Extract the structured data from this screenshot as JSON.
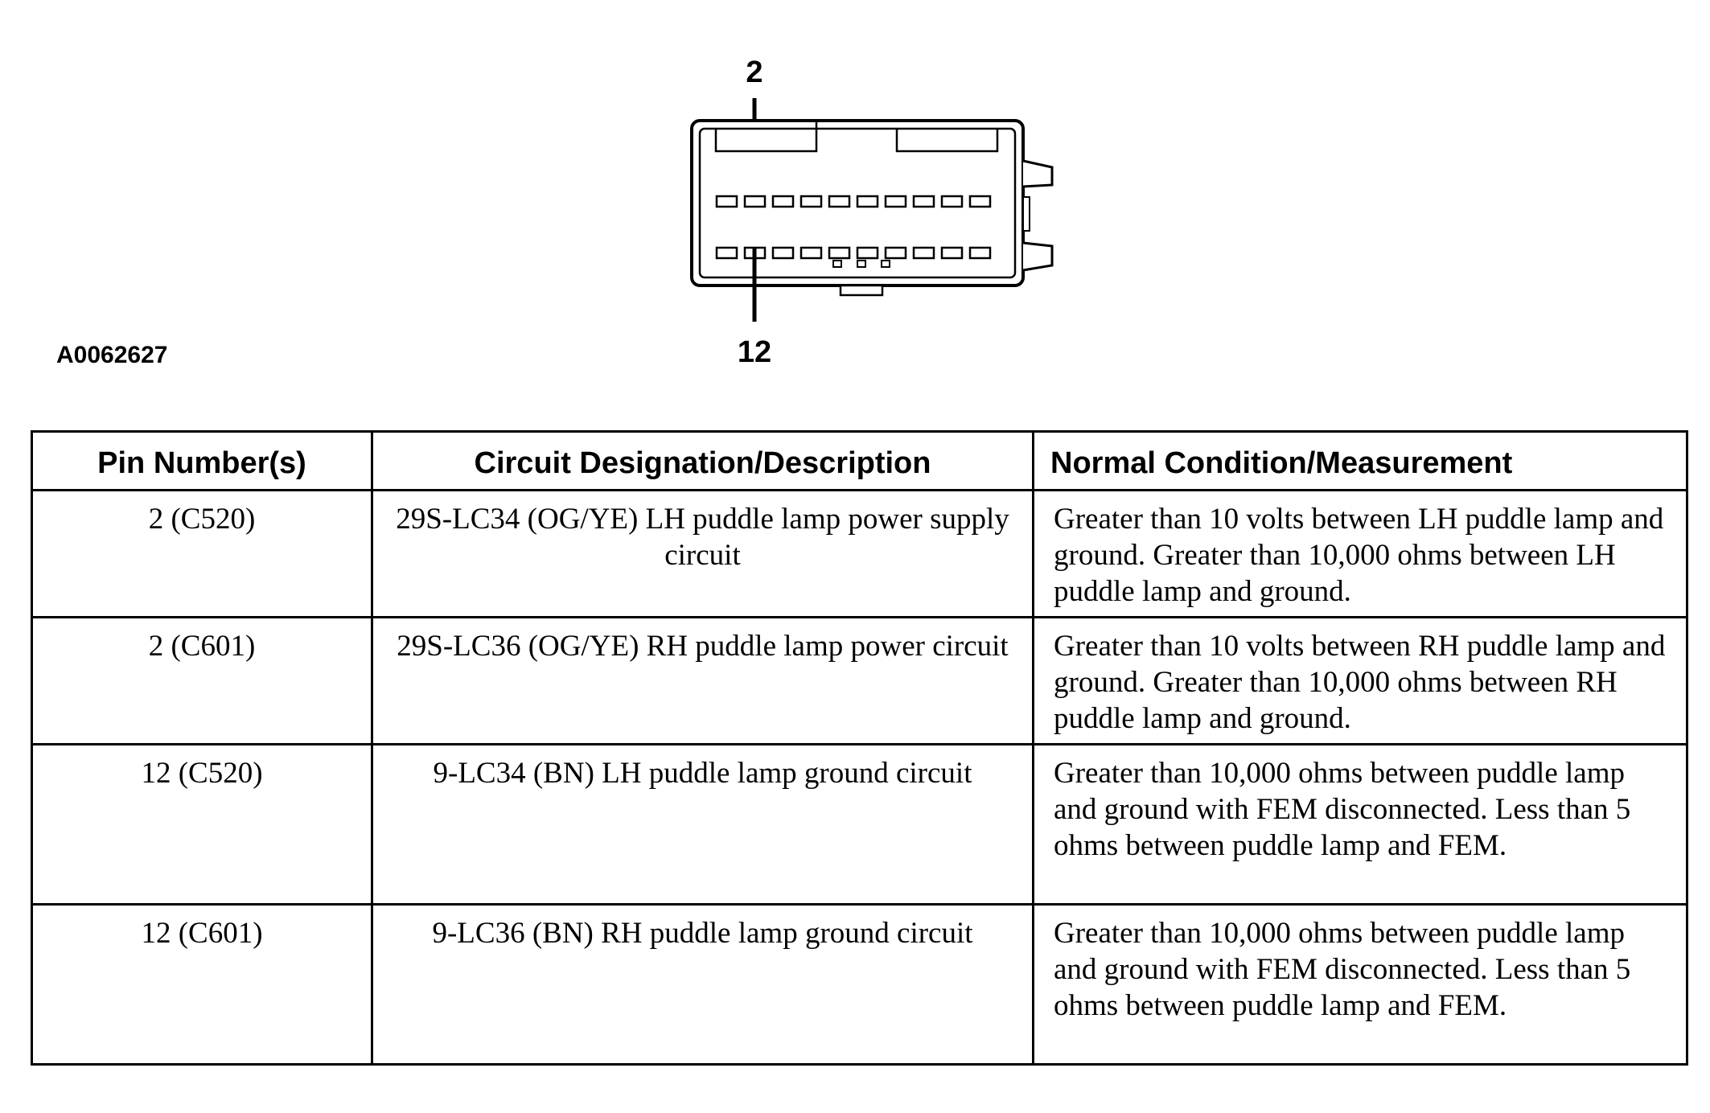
{
  "figure": {
    "id": "A0062627",
    "pin_top_label": "2",
    "pin_bottom_label": "12"
  },
  "table": {
    "headers": {
      "pin": "Pin Number(s)",
      "circuit": "Circuit Designation/Description",
      "condition": "Normal Condition/Measurement"
    },
    "rows": [
      {
        "pin": "2 (C520)",
        "circuit": "29S-LC34 (OG/YE) LH puddle lamp power supply circuit",
        "condition": "Greater than 10 volts between LH puddle lamp and ground. Greater than 10,000 ohms between LH puddle lamp and ground."
      },
      {
        "pin": "2 (C601)",
        "circuit": "29S-LC36 (OG/YE) RH puddle lamp power circuit",
        "condition": "Greater than 10 volts between RH puddle lamp and ground. Greater than 10,000 ohms between RH puddle lamp and ground."
      },
      {
        "pin": "12 (C520)",
        "circuit": "9-LC34 (BN) LH puddle lamp ground circuit",
        "condition": "Greater than 10,000 ohms between puddle lamp and ground with FEM disconnected. Less than 5 ohms between puddle lamp and FEM."
      },
      {
        "pin": "12 (C601)",
        "circuit": "9-LC36 (BN) RH puddle lamp ground circuit",
        "condition": "Greater than 10,000 ohms between puddle lamp and ground with FEM disconnected. Less than 5 ohms between puddle lamp and FEM."
      }
    ]
  }
}
